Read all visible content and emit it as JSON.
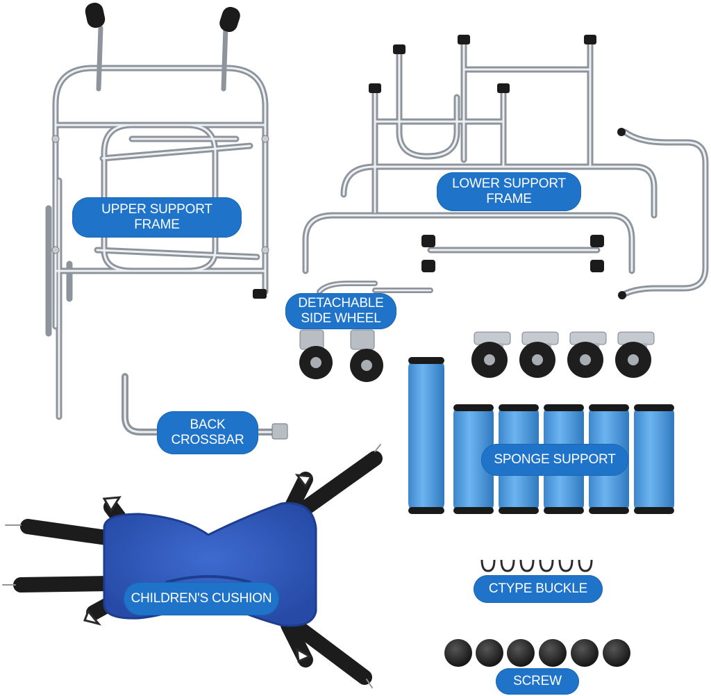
{
  "labels": {
    "upper_support_frame": "UPPER SUPPORT\nFRAME",
    "lower_support_frame": "LOWER SUPPORT\nFRAME",
    "detachable_side_wheel": "DETACHABLE\nSIDE WHEEL",
    "back_crossbar": "BACK\nCROSSBAR",
    "sponge_support": "SPONGE SUPPORT",
    "childrens_cushion": "CHILDREN'S CUSHION",
    "ctype_buckle": "CTYPE BUCKLE",
    "screw": "SCREW"
  },
  "colors": {
    "label_pill": "#1f74c9",
    "chrome": "#b9bec4",
    "sponge": "#4a9be0",
    "cushion": "#2f57b8",
    "strap": "#1c1c1c"
  },
  "icons": [
    "upper-frame-icon",
    "lower-frame-icon",
    "side-wheel-icon",
    "back-crossbar-icon",
    "sponge-roll-icon",
    "cushion-icon",
    "buckle-icon",
    "screw-knob-icon",
    "caster-wheel-icon"
  ]
}
